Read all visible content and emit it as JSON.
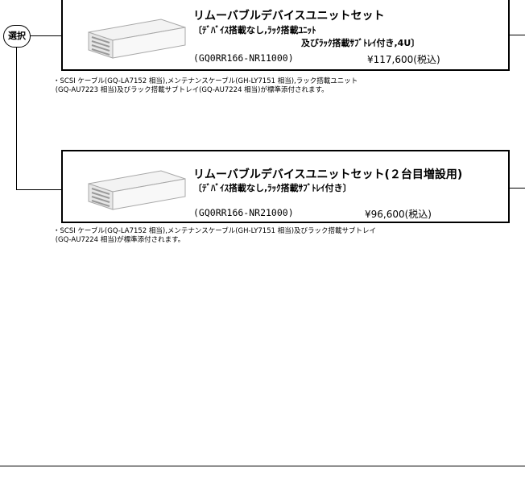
{
  "badge": {
    "label": "選択"
  },
  "products": [
    {
      "title": "リムーバブルデバイスユニットセット",
      "sub1": "〔ﾃﾞﾊﾞｲｽ搭載なし,ﾗｯｸ搭載ﾕﾆｯﾄ",
      "sub2": "及びﾗｯｸ搭載ｻﾌﾞﾄﾚｲ付き,4U〕",
      "model": "(GQ0RR166-NR11000)",
      "price": "¥117,600(税込)",
      "note_line1": "・SCSI ケーブル(GQ-LA7152 相当),メンテナンスケーブル(GH-LY7151 相当),ラック搭載ユニット",
      "note_line2": " (GQ-AU7223 相当)及びラック搭載サブトレイ(GQ-AU7224 相当)が標準添付されます。"
    },
    {
      "title": "リムーバブルデバイスユニットセット(２台目増設用)",
      "sub1": "〔ﾃﾞﾊﾞｲｽ搭載なし,ﾗｯｸ搭載ｻﾌﾞﾄﾚｲ付き〕",
      "model": "(GQ0RR166-NR21000)",
      "price": "¥96,600(税込)",
      "note_line1": "・SCSI ケーブル(GQ-LA7152 相当),メンテナンスケーブル(GH-LY7151 相当)及びラック搭載サブトレイ",
      "note_line2": " (GQ-AU7224 相当)が標準添付されます。"
    }
  ]
}
